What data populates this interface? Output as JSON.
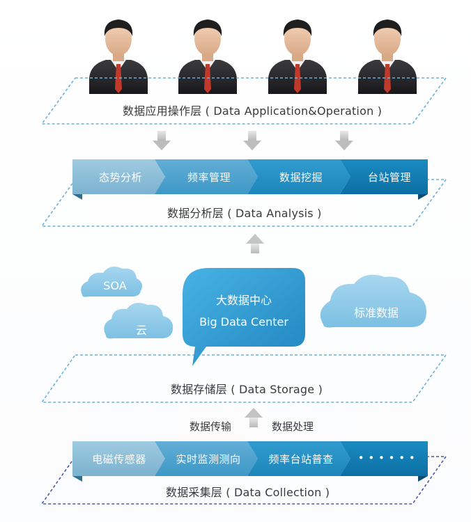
{
  "layers": {
    "application": "数据应用操作层 ( Data Application&Operation )",
    "analysis": "数据分析层 ( Data Analysis )",
    "storage": "数据存储层 ( Data Storage )",
    "collection": "数据采集层 ( Data Collection )"
  },
  "analysis_bar": [
    "态势分析",
    "频率管理",
    "数据挖掘",
    "台站管理"
  ],
  "collection_bar": [
    "电磁传感器",
    "实时监测测向",
    "频率台站普查",
    "• • • • • •"
  ],
  "clouds": {
    "soa": "SOA",
    "yun": "云",
    "standard": "标准数据"
  },
  "center": {
    "line1": "大数据中心",
    "line2": "Big Data Center"
  },
  "flow": {
    "transfer": "数据传输",
    "process": "数据处理"
  },
  "colors": {
    "bar_light": "#88bcd8",
    "bar_mid": "#3e9cc9",
    "bar_dark": "#1680b4",
    "dashed": "#5aa8d8",
    "cloud": "#8ec8e6",
    "bubble": "#2a97cf"
  },
  "icons": [
    "person-icon",
    "down-arrow-icon",
    "up-arrow-icon",
    "cloud-icon",
    "speech-bubble-icon"
  ]
}
